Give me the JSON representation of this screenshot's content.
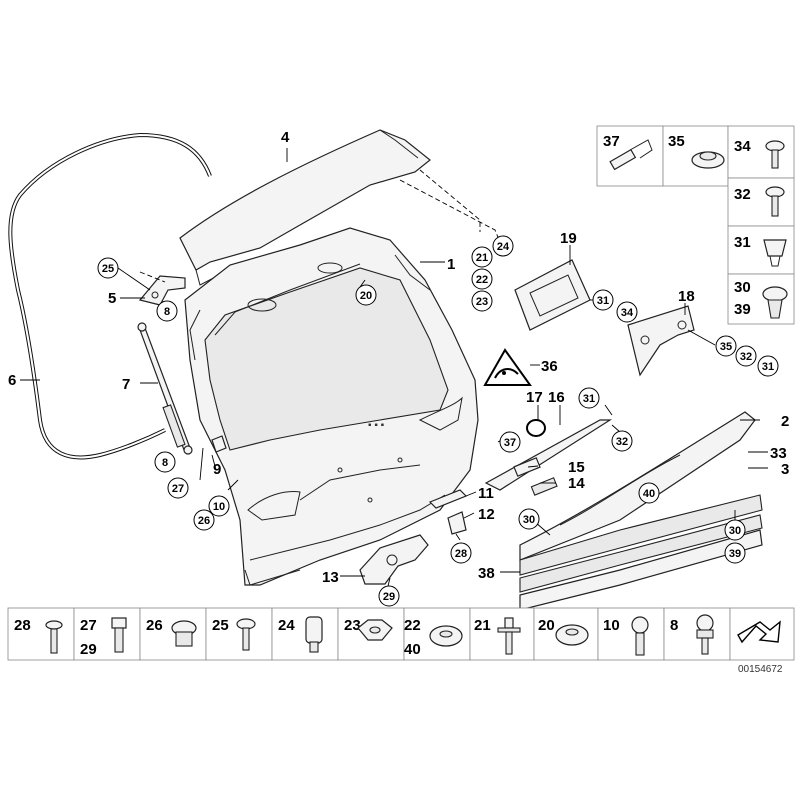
{
  "diagram": {
    "reference_number": "00154672",
    "callouts": {
      "c4": "4",
      "c1": "1",
      "c6": "6",
      "c5": "5",
      "c7": "7",
      "c9": "9",
      "c13": "13",
      "c11": "11",
      "c12": "12",
      "c15": "15",
      "c14": "14",
      "c16": "16",
      "c17": "17",
      "c19": "19",
      "c18": "18",
      "c36": "36",
      "c2": "2",
      "c33": "33",
      "c3": "3",
      "c38": "38"
    },
    "circled": {
      "k25": "25",
      "k8a": "8",
      "k8b": "8",
      "k27": "27",
      "k26": "26",
      "k10": "10",
      "k20": "20",
      "k21": "21",
      "k22": "22",
      "k23": "23",
      "k24": "24",
      "k28": "28",
      "k29": "29",
      "k31a": "31",
      "k34": "34",
      "k35": "35",
      "k32a": "32",
      "k31b": "31",
      "k31c": "31",
      "k37": "37",
      "k32b": "32",
      "k40": "40",
      "k30a": "30",
      "k30b": "30",
      "k39": "39"
    },
    "legend_right": [
      {
        "label": "37"
      },
      {
        "label": "35"
      },
      {
        "label": "34"
      },
      {
        "label": "32"
      },
      {
        "label": "31"
      },
      {
        "label": "30",
        "label2": "39"
      }
    ],
    "legend_bottom": [
      {
        "label": "28"
      },
      {
        "label": "27",
        "label2": "29"
      },
      {
        "label": "26"
      },
      {
        "label": "25"
      },
      {
        "label": "24"
      },
      {
        "label": "23"
      },
      {
        "label": "22",
        "label2": "40"
      },
      {
        "label": "21"
      },
      {
        "label": "20"
      },
      {
        "label": "10"
      },
      {
        "label": "8"
      }
    ]
  }
}
